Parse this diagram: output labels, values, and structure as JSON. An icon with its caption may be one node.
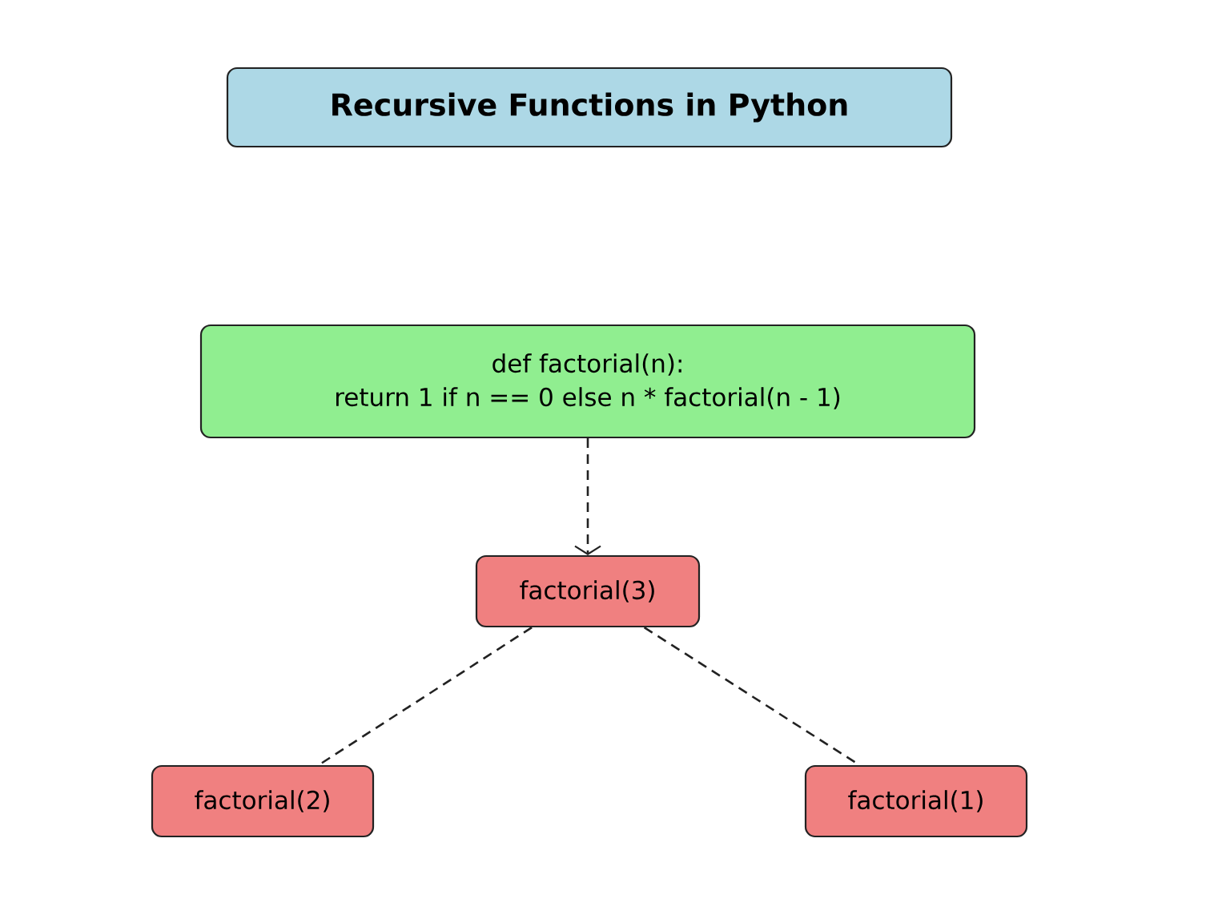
{
  "diagram": {
    "nodes": [
      {
        "text": [
          "Recursive Functions in Python"
        ]
      },
      {
        "text": [
          "def factorial(n):",
          "return 1 if n == 0 else n * factorial(n - 1)"
        ]
      },
      {
        "text": [
          "factorial(3)"
        ]
      },
      {
        "text": [
          "factorial(2)"
        ]
      },
      {
        "text": [
          "factorial(1)"
        ]
      }
    ],
    "edges": [
      {
        "from": 1,
        "to": 2,
        "arrow": "to",
        "style": "dashed"
      },
      {
        "from": 2,
        "to": 3,
        "arrow": "none",
        "style": "dashed"
      },
      {
        "from": 2,
        "to": 4,
        "arrow": "none",
        "style": "dashed"
      }
    ]
  }
}
